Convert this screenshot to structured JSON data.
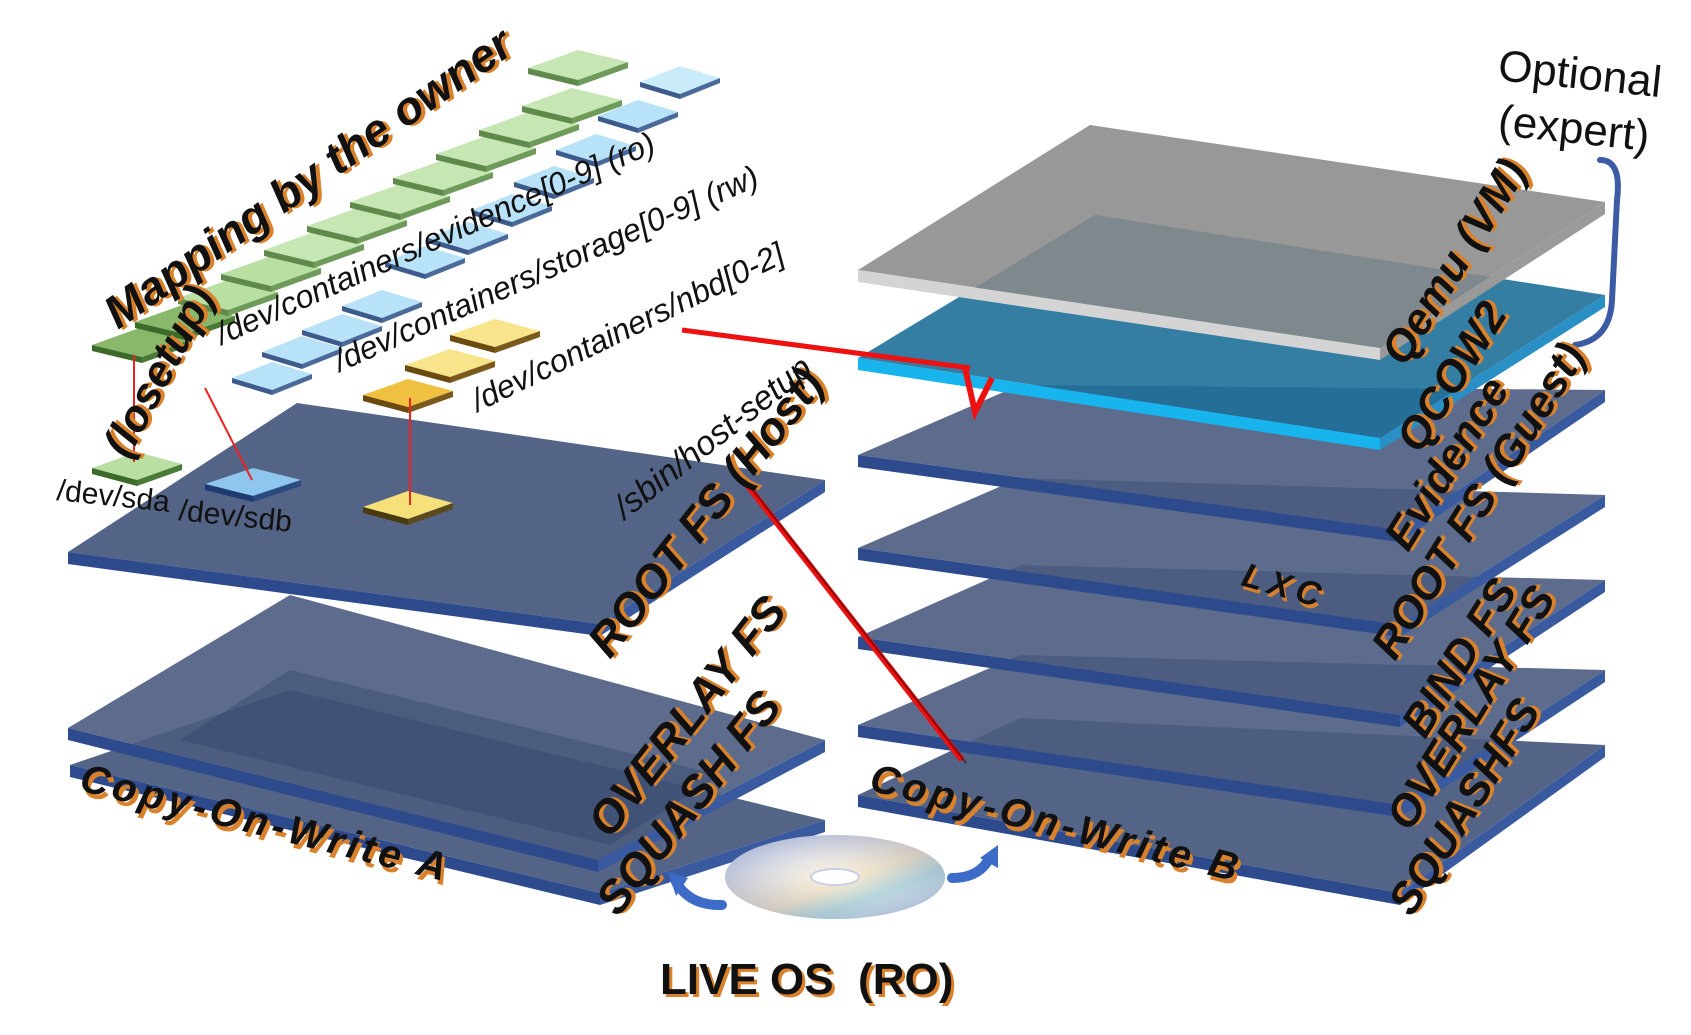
{
  "stack_a": {
    "title": "Copy-On-Write A",
    "layers": {
      "root": "ROOT FS (Host)",
      "overlay": "OVERLAY FS",
      "squash": "SQUASH FS"
    }
  },
  "stack_b": {
    "title": "Copy-On-Write B",
    "container_label": "LXC",
    "layers": {
      "qemu": "Qemu (VM)",
      "qcow": "QCOW2",
      "evidence": "Evidence",
      "root": "ROOT FS (Guest)",
      "bind": "BIND FS",
      "overlay": "OVERLAY FS",
      "squash": "SQUASHFS"
    }
  },
  "optional_note": {
    "line1": "Optional",
    "line2": "(expert)"
  },
  "mapping": {
    "title": "Mapping by the owner",
    "tool": "(losetup)",
    "devices": {
      "sda": "/dev/sda",
      "sdb": "/dev/sdb"
    },
    "paths": {
      "evidence": "/dev/containers/evidence[0-9] (ro)",
      "storage": "/dev/containers/storage[0-9] (rw)",
      "nbd": "/dev/containers/nbd[0-2]"
    }
  },
  "host_setup": "/sbin/host-setup",
  "live_os": "LIVE OS  (RO)",
  "colors": {
    "layer_fill": "#4b5c80",
    "layer_edge": "#2e4a8a",
    "qemu_fill": "#8a8a8a",
    "qcow_fill": "#1e7fb0",
    "green_block": "#8ab86a",
    "blue_block": "#b7e2f7",
    "yellow_block": "#f5e07a",
    "arrow_red": "#ee1111",
    "label_shadow": "#d9822b"
  }
}
